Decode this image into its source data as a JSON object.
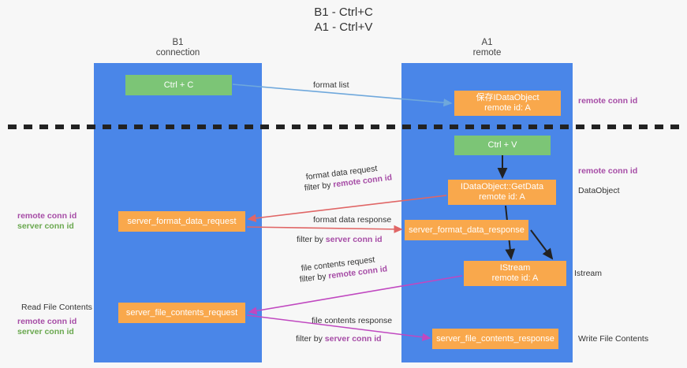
{
  "title": {
    "line1": "B1 - Ctrl+C",
    "line2": "A1 - Ctrl+V"
  },
  "lanes": [
    {
      "id": "b1",
      "name": "B1",
      "sub": "connection",
      "color": "#4a86e8"
    },
    {
      "id": "a1",
      "name": "A1",
      "sub": "remote",
      "color": "#4a86e8"
    }
  ],
  "boxes": {
    "ctrl_c": "Ctrl + C",
    "save_idataobject_l1": "保存IDataObject",
    "save_idataobject_l2": "remote id: A",
    "ctrl_v": "Ctrl + V",
    "getdata_l1": "IDataObject::GetData",
    "getdata_l2": "remote id: A",
    "server_format_data_request": "server_format_data_request",
    "server_format_data_response": "server_format_data_response",
    "istream_l1": "IStream",
    "istream_l2": "remote id: A",
    "server_file_contents_request": "server_file_contents_request",
    "server_file_contents_response": "server_file_contents_response"
  },
  "connectors": {
    "format_list": "format list",
    "format_data_request": "format data request",
    "format_data_request_filter_prefix": "filter by ",
    "format_data_request_filter_key": "remote conn id",
    "format_data_response": "format data response",
    "format_data_response_filter_prefix": "filter by ",
    "format_data_response_filter_key": "server conn id",
    "file_contents_request": "file contents request",
    "file_contents_request_filter_prefix": "filter by ",
    "file_contents_request_filter_key": "remote conn id",
    "file_contents_response": "file contents response",
    "file_contents_response_filter_prefix": "filter by ",
    "file_contents_response_filter_key": "server conn id"
  },
  "side_labels": {
    "right_remote_conn_id_top": "remote conn id",
    "right_remote_conn_id_mid": "remote conn id",
    "right_dataobject": "DataObject",
    "right_istream": "Istream",
    "right_write_file_contents": "Write File Contents",
    "left_remote_conn_id_mid": "remote conn id",
    "left_server_conn_id_mid": "server conn id",
    "left_read_file_contents": "Read File Contents",
    "left_remote_conn_id_bottom": "remote conn id",
    "left_server_conn_id_bottom": "server conn id"
  },
  "colors": {
    "lane": "#4a86e8",
    "green_box": "#7cc576",
    "orange_box": "#f9a84c",
    "purple_text": "#a64ca6",
    "green_text": "#6aa84f",
    "arrow_blue": "#6fa8dc",
    "arrow_red": "#e06666",
    "arrow_magenta": "#c048c0",
    "arrow_black": "#222222",
    "background": "#f7f7f7"
  }
}
